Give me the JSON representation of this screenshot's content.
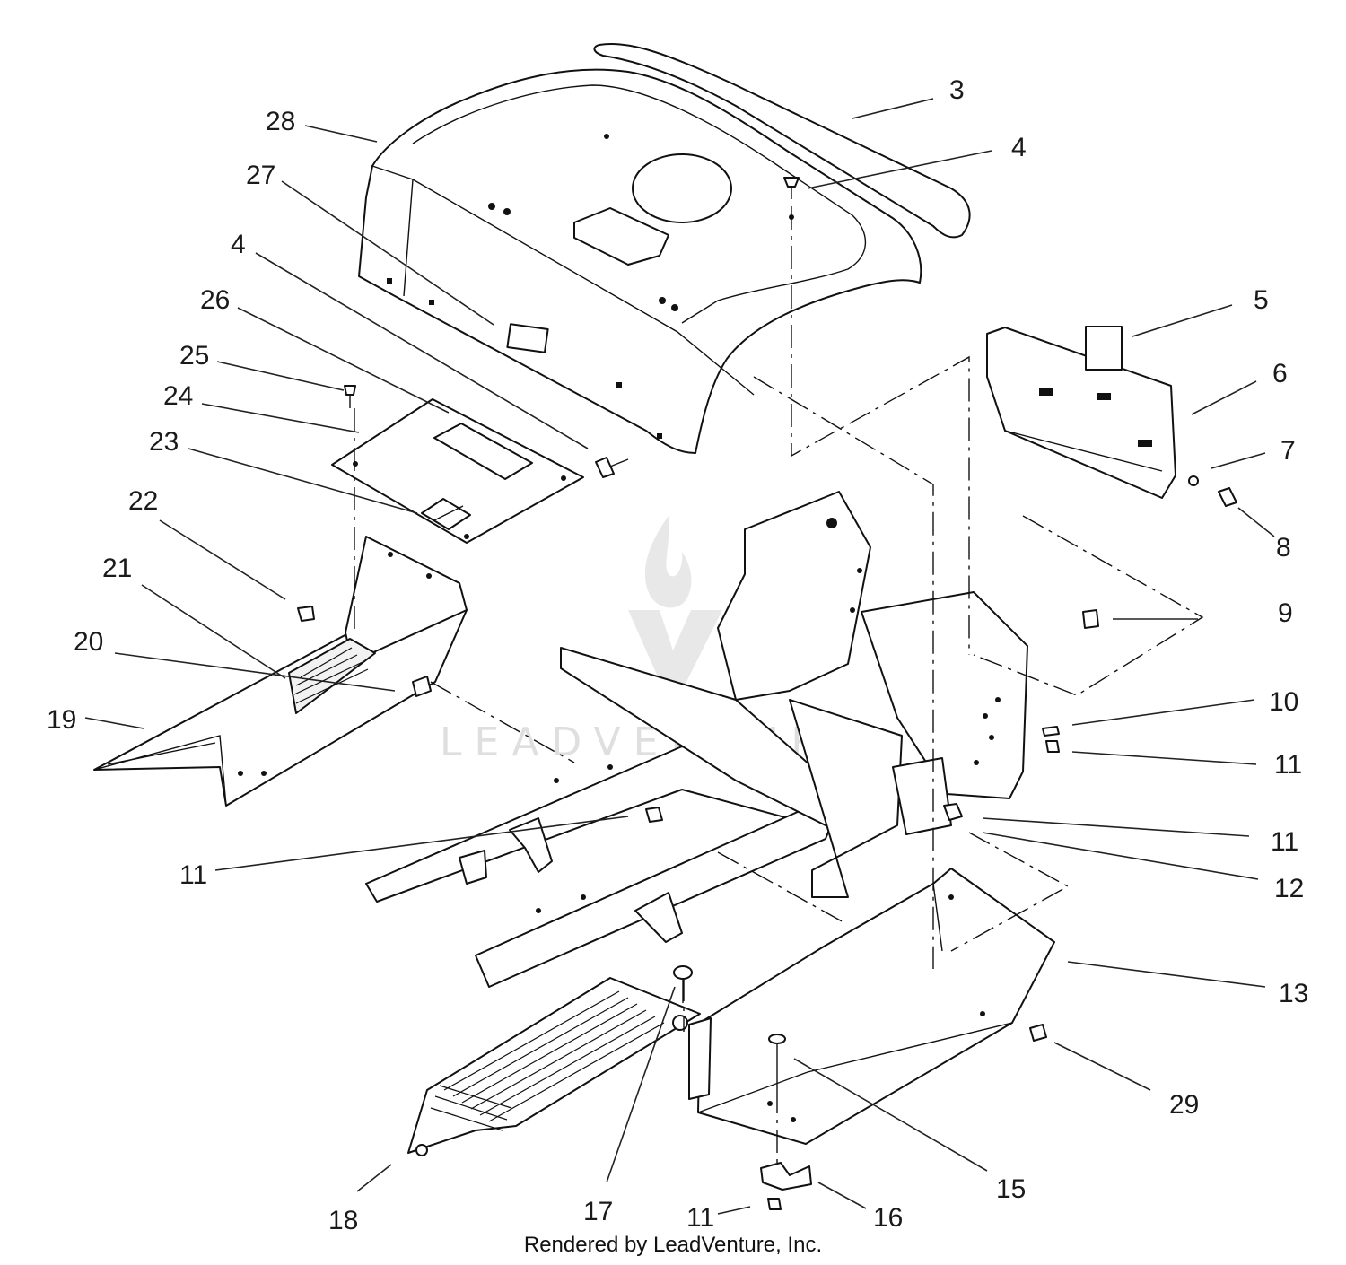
{
  "callouts": [
    {
      "id": "c3",
      "label": "3"
    },
    {
      "id": "c4a",
      "label": "4"
    },
    {
      "id": "c28",
      "label": "28"
    },
    {
      "id": "c27",
      "label": "27"
    },
    {
      "id": "c4b",
      "label": "4"
    },
    {
      "id": "c26",
      "label": "26"
    },
    {
      "id": "c25",
      "label": "25"
    },
    {
      "id": "c24",
      "label": "24"
    },
    {
      "id": "c23",
      "label": "23"
    },
    {
      "id": "c22",
      "label": "22"
    },
    {
      "id": "c21",
      "label": "21"
    },
    {
      "id": "c20",
      "label": "20"
    },
    {
      "id": "c19",
      "label": "19"
    },
    {
      "id": "c5",
      "label": "5"
    },
    {
      "id": "c6",
      "label": "6"
    },
    {
      "id": "c7",
      "label": "7"
    },
    {
      "id": "c8",
      "label": "8"
    },
    {
      "id": "c9",
      "label": "9"
    },
    {
      "id": "c10",
      "label": "10"
    },
    {
      "id": "c11a",
      "label": "11"
    },
    {
      "id": "c11b",
      "label": "11"
    },
    {
      "id": "c12",
      "label": "12"
    },
    {
      "id": "c11c",
      "label": "11"
    },
    {
      "id": "c13",
      "label": "13"
    },
    {
      "id": "c29",
      "label": "29"
    },
    {
      "id": "c15",
      "label": "15"
    },
    {
      "id": "c16",
      "label": "16"
    },
    {
      "id": "c11d",
      "label": "11"
    },
    {
      "id": "c17",
      "label": "17"
    },
    {
      "id": "c18",
      "label": "18"
    }
  ],
  "watermark": "LEADVENTURE",
  "credit": "Rendered by LeadVenture, Inc."
}
